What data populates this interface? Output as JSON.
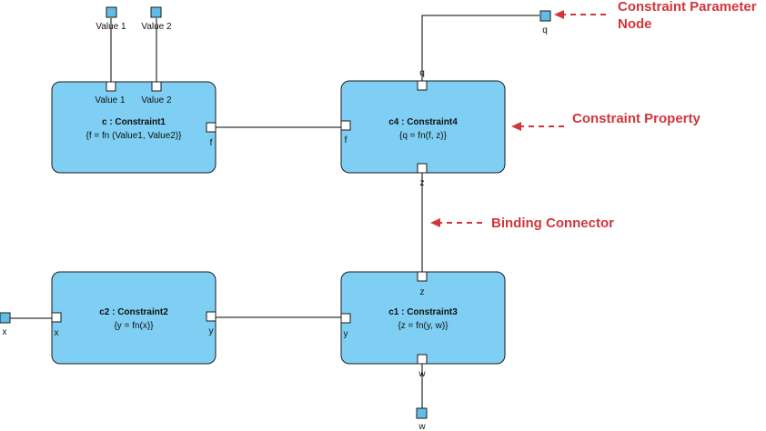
{
  "annotations": {
    "constraint_parameter_node": [
      "Constraint Parameter",
      "Node"
    ],
    "constraint_property": "Constraint Property",
    "binding_connector": "Binding Connector",
    "color": "#d1363a"
  },
  "constraints": {
    "c": {
      "title": "c : Constraint1",
      "expr": "{f = fn (Value1, Value2)}",
      "ports": {
        "value1": "Value 1",
        "value2": "Value 2",
        "f": "f"
      }
    },
    "c4": {
      "title": "c4 : Constraint4",
      "expr": "{q = fn(f, z)}",
      "ports": {
        "q": "q",
        "f": "f",
        "z": "z"
      }
    },
    "c2": {
      "title": "c2 : Constraint2",
      "expr": "{y = fn(x)}",
      "ports": {
        "x": "x",
        "y": "y"
      }
    },
    "c1": {
      "title": "c1 : Constraint3",
      "expr": "{z = fn(y, w)}",
      "ports": {
        "z": "z",
        "y": "y",
        "w": "w"
      }
    }
  },
  "parameter_nodes": {
    "value1": "Value 1",
    "value2": "Value 2",
    "q": "q",
    "x": "x",
    "w": "w"
  },
  "colors": {
    "block_fill": "#7ecff3",
    "parameter_node_fill": "#62bde6"
  }
}
